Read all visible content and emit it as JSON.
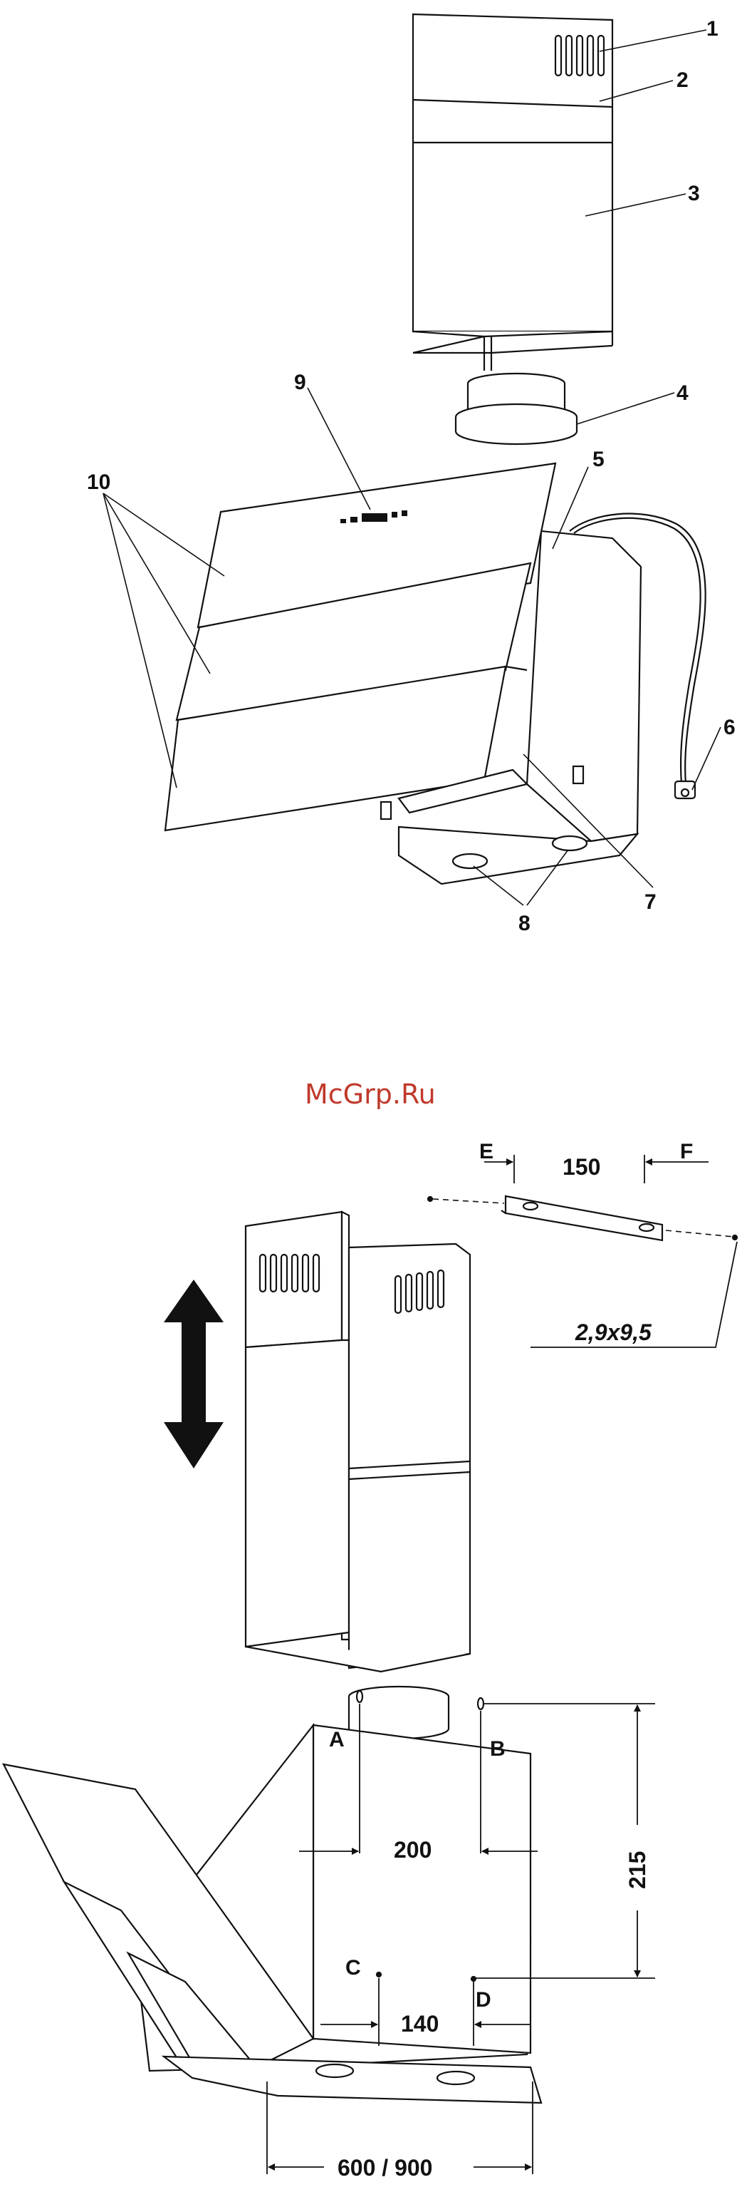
{
  "watermark": "McGrp.Ru",
  "parts_diagram": {
    "callouts": {
      "c1": "1",
      "c2": "2",
      "c3": "3",
      "c4": "4",
      "c5": "5",
      "c6": "6",
      "c7": "7",
      "c8": "8",
      "c9": "9",
      "c10": "10"
    }
  },
  "install_diagram": {
    "bracket": {
      "label_e": "E",
      "label_f": "F",
      "dimension": "150",
      "screw": "2,9x9,5"
    },
    "holes": {
      "a": "A",
      "b": "B",
      "c": "C",
      "d": "D"
    },
    "dimensions": {
      "ab_spacing": "200",
      "cd_spacing": "140",
      "vertical": "215",
      "width": "600 / 900"
    }
  }
}
